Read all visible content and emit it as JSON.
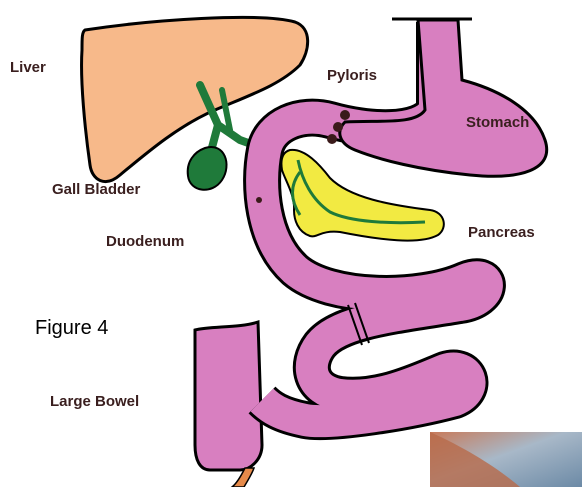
{
  "labels": {
    "liver": "Liver",
    "gall_bladder": "Gall Bladder",
    "duodenum": "Duodenum",
    "pyloris": "Pyloris",
    "stomach": "Stomach",
    "pancreas": "Pancreas",
    "large_bowel": "Large Bowel",
    "figure": "Figure 4"
  },
  "colors": {
    "liver": "#f7b98a",
    "gall_bladder": "#1f7a3a",
    "gut": "#d87fc0",
    "pancreas": "#f2ea42",
    "pancreatic_duct": "#1f7a3a",
    "outline": "#000000",
    "label_text": "#3a1f1f"
  }
}
